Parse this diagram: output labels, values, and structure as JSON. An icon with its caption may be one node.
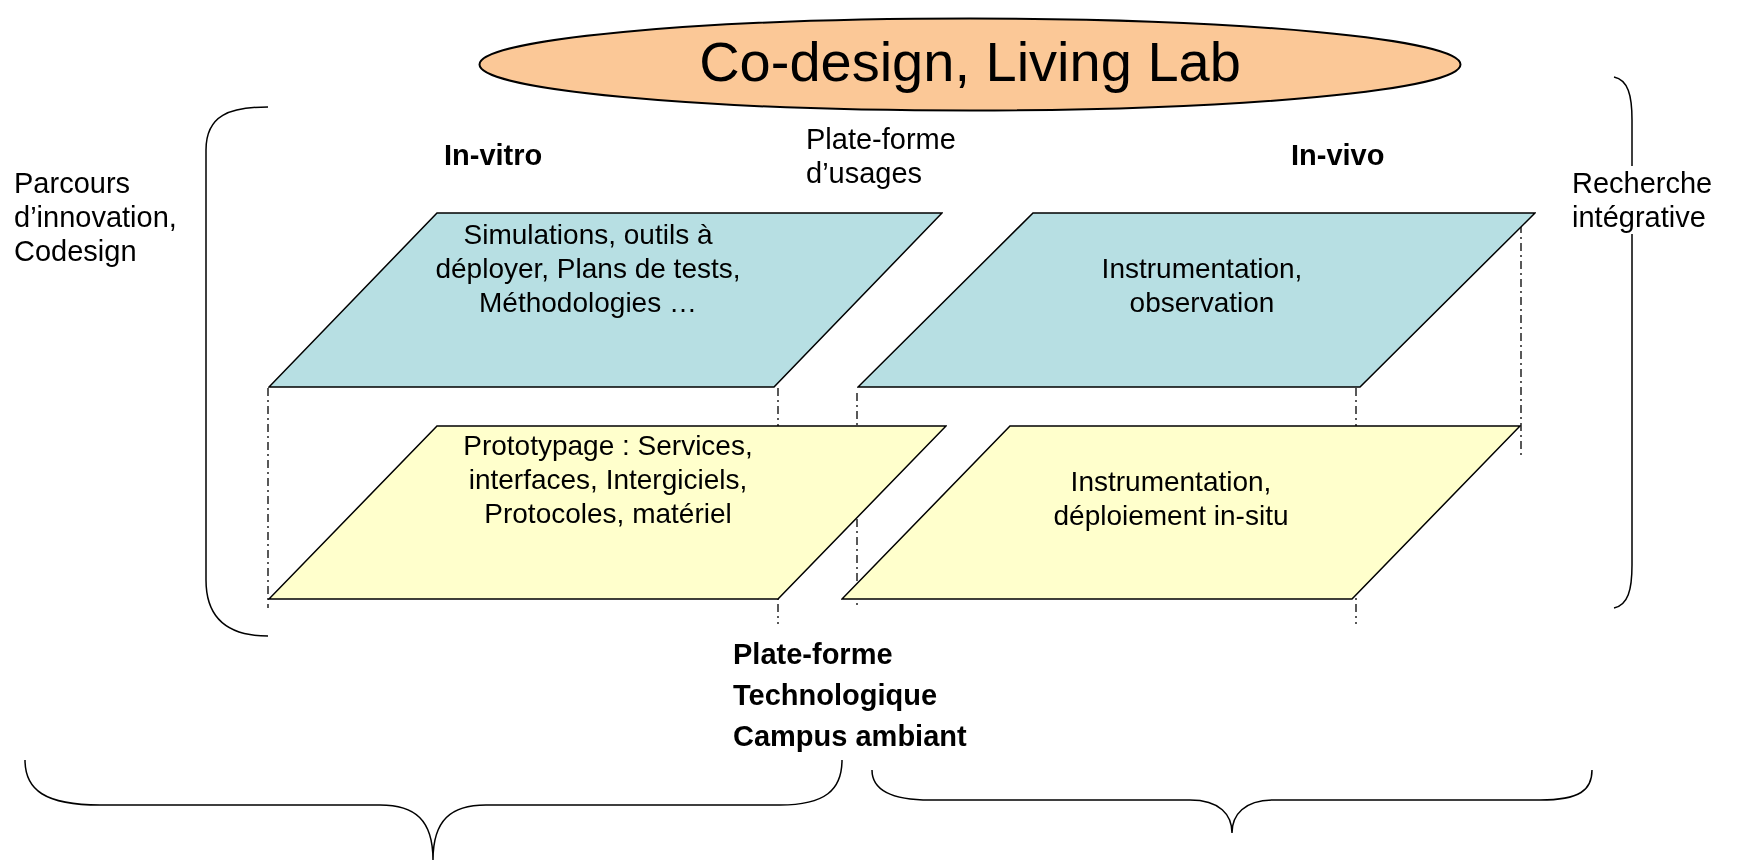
{
  "diagram": {
    "nodes": [
      {
        "text": [
          "Co-design, Living Lab"
        ]
      },
      {
        "text": [
          "Simulations, outils à déployer, Plans de tests, Méthodologies …"
        ]
      },
      {
        "text": [
          "Instrumentation, observation"
        ]
      },
      {
        "text": [
          "Prototypage : Services, interfaces, Intergiciels, Protocoles, matériel"
        ]
      },
      {
        "text": [
          "Instrumentation, déploiement in-situ"
        ]
      }
    ],
    "edges": [],
    "labels": [
      "In-vitro",
      "Plate-forme d’usages",
      "In-vivo",
      "Parcours d’innovation, Codesign",
      "Recherche intégrative",
      "Plate-forme Technologique Campus ambiant"
    ]
  }
}
